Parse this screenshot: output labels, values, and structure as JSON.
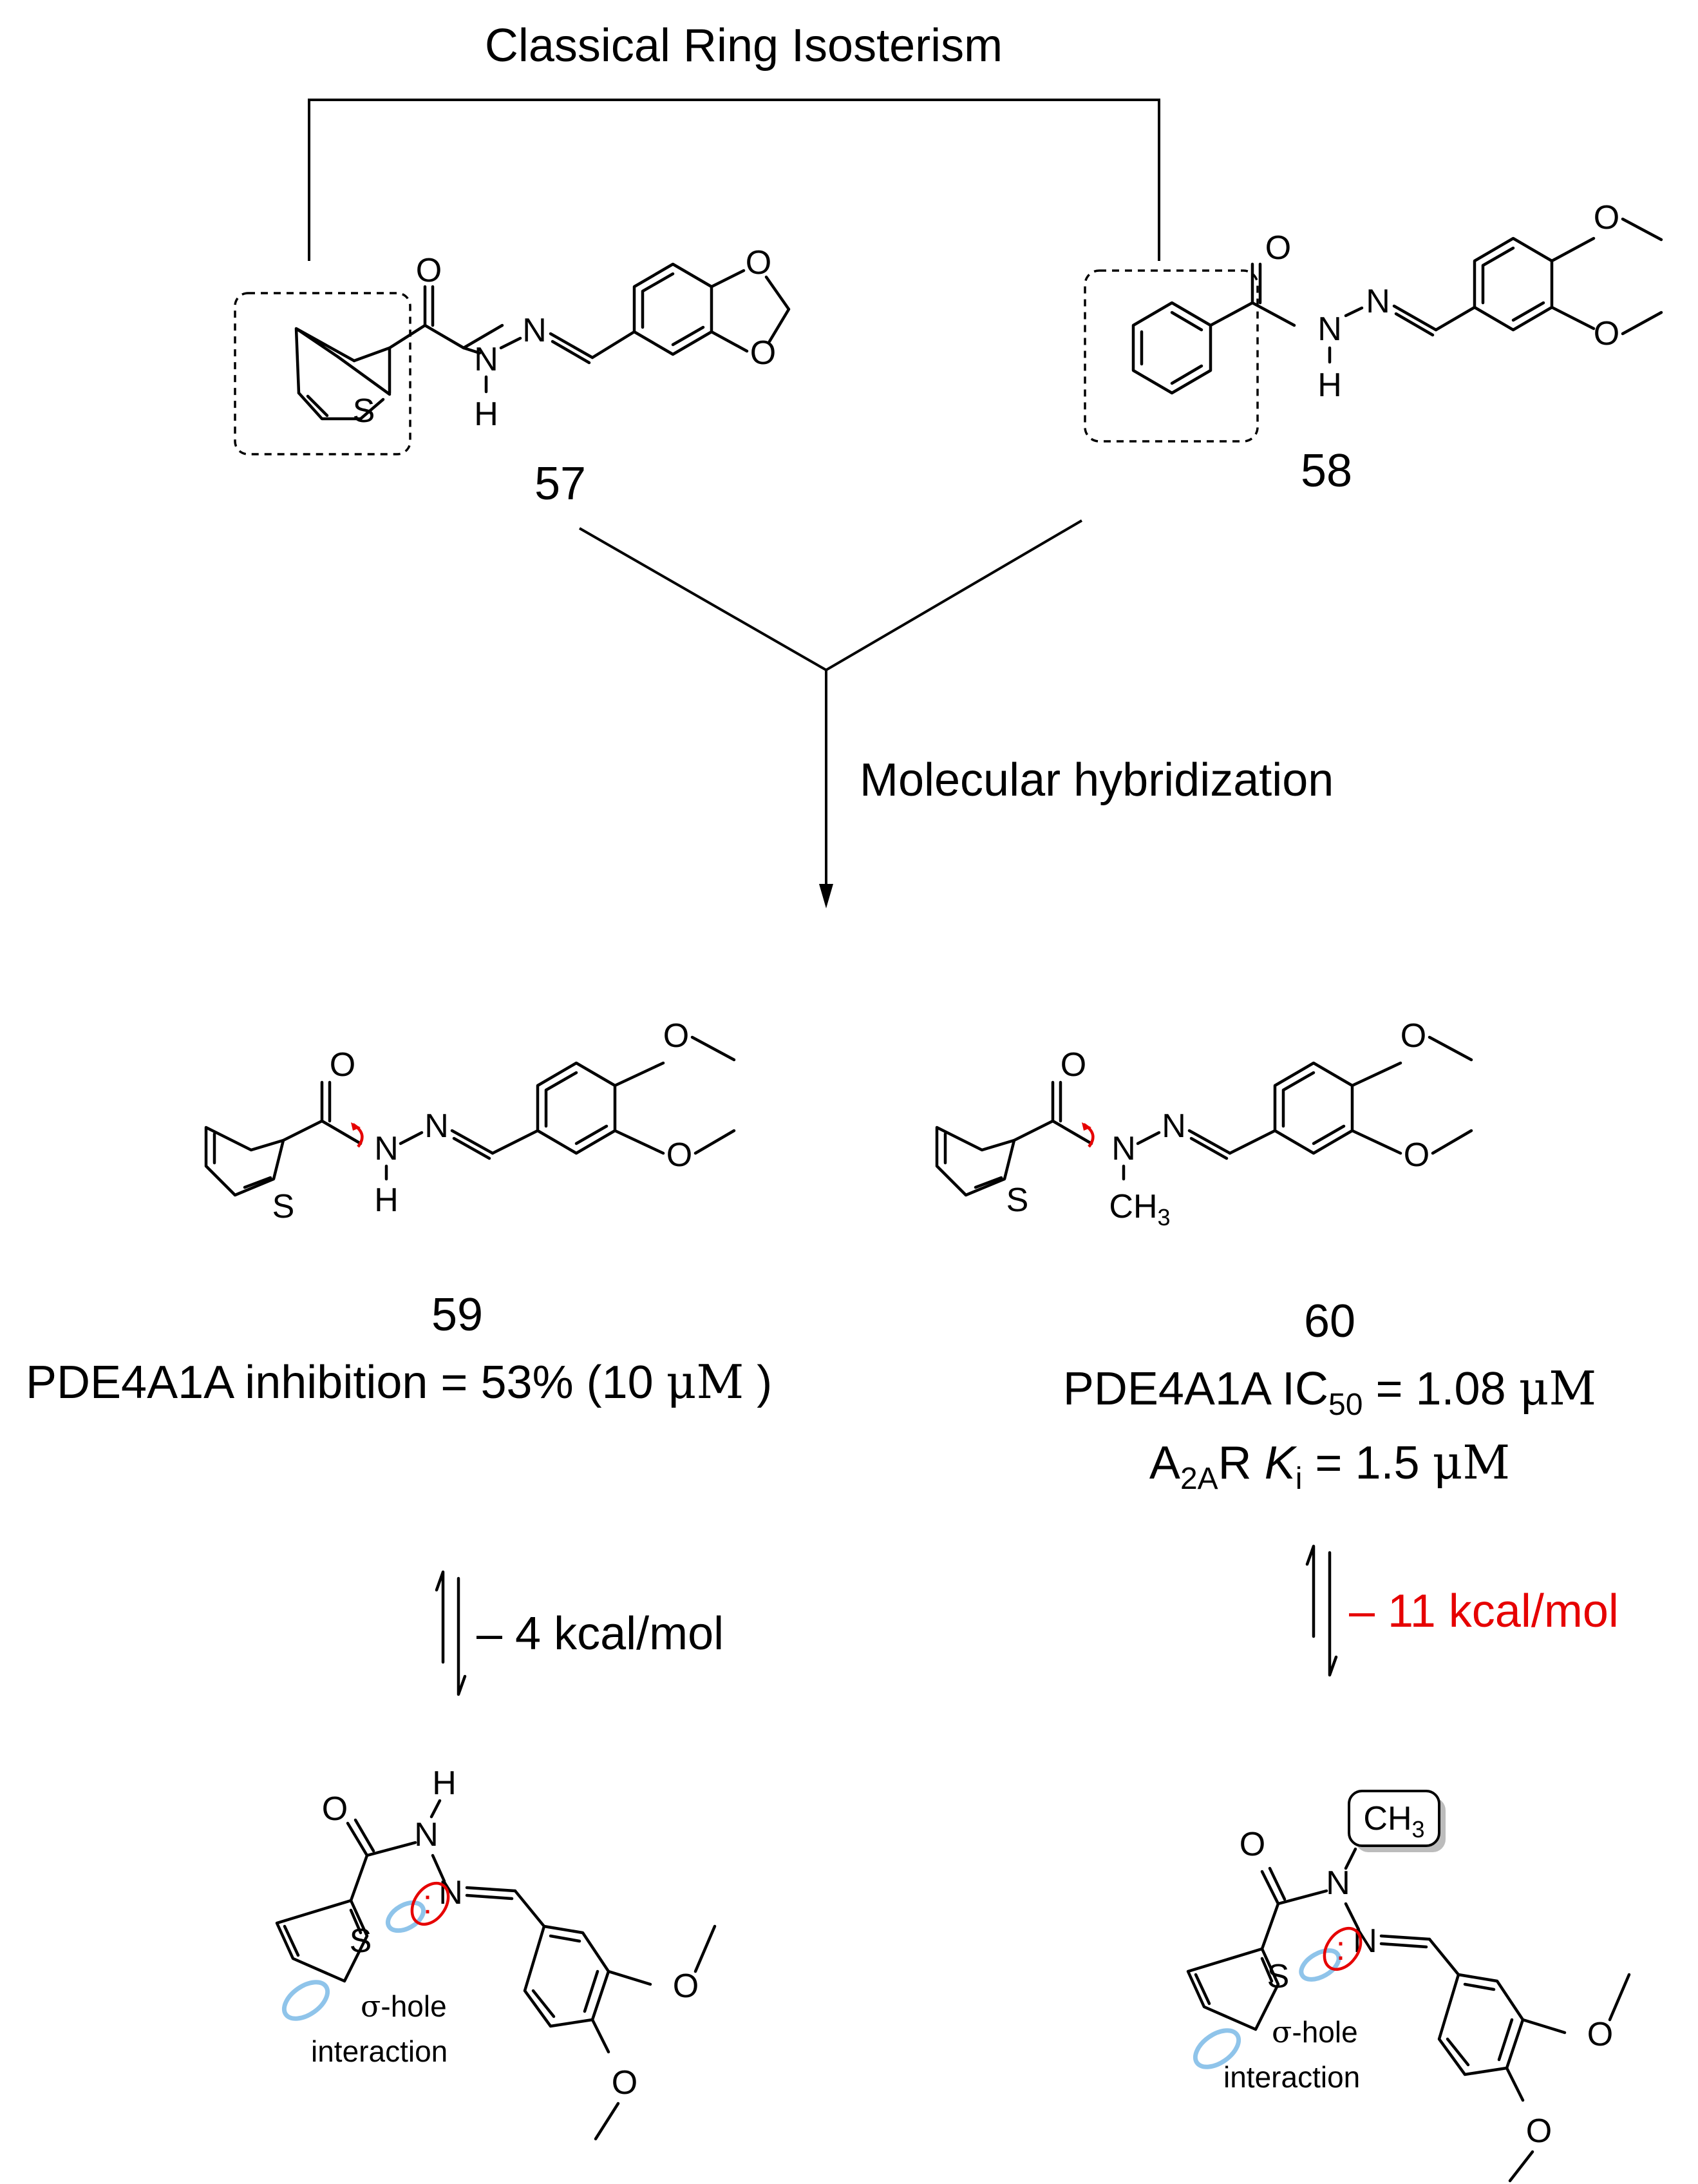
{
  "header": {
    "title": "Classical Ring Isosterism"
  },
  "step_label": "Molecular hybridization",
  "compounds": [
    {
      "id": "57",
      "atoms": {
        "O": "O",
        "N1": "N",
        "H": "H",
        "N2": "N",
        "S": "S",
        "Oa": "O",
        "Ob": "O"
      }
    },
    {
      "id": "58",
      "atoms": {
        "O": "O",
        "N1": "N",
        "H": "H",
        "N2": "N",
        "Oa": "O",
        "Ob": "O"
      }
    },
    {
      "id": "59",
      "activity": {
        "assay": "PDE4A1A",
        "text_main": "inhibition = 53% (10 ",
        "unit": "μM",
        "close": ")"
      },
      "atoms": {
        "O": "O",
        "N1": "N",
        "H": "H",
        "N2": "N",
        "S": "S",
        "Oa": "O",
        "Ob": "O"
      }
    },
    {
      "id": "60",
      "activity": {
        "line1": {
          "assay": "PDE4A1A",
          "param": "IC",
          "param_sub": "50",
          "value": "= 1.08 ",
          "unit": "μM"
        },
        "line2": {
          "target": "A",
          "target_sub": "2A",
          "target_suffix": "R",
          "param": "K",
          "param_sub": "i",
          "value": "= 1.5 ",
          "unit": "μM"
        }
      },
      "atoms": {
        "O": "O",
        "N1": "N",
        "methyl": "CH",
        "methyl_sub": "3",
        "N2": "N",
        "S": "S",
        "Oa": "O",
        "Ob": "O"
      }
    }
  ],
  "equilibria": [
    {
      "energy_label": "– 4 kcal/mol",
      "color": "#000000"
    },
    {
      "energy_label": "– 11 kcal/mol",
      "color": "#e60000"
    }
  ],
  "conformers": [
    {
      "atoms": {
        "O": "O",
        "N1": "N",
        "H": "H",
        "N2": "N",
        "S": "S",
        "Oa": "O",
        "Ob": "O"
      },
      "sigma_symbol": "σ",
      "sigma_label": "-hole",
      "interaction_label": "interaction",
      "lone_pair": ":"
    },
    {
      "atoms": {
        "O": "O",
        "N1": "N",
        "methyl": "CH",
        "methyl_sub": "3",
        "N2": "N",
        "S": "S",
        "Oa": "O",
        "Ob": "O"
      },
      "sigma_symbol": "σ",
      "sigma_label": "-hole",
      "interaction_label": "interaction",
      "lone_pair": ":"
    }
  ],
  "colors": {
    "highlight": "#e60000",
    "sigma_hole": "#8fc4ea",
    "line": "#000000"
  }
}
